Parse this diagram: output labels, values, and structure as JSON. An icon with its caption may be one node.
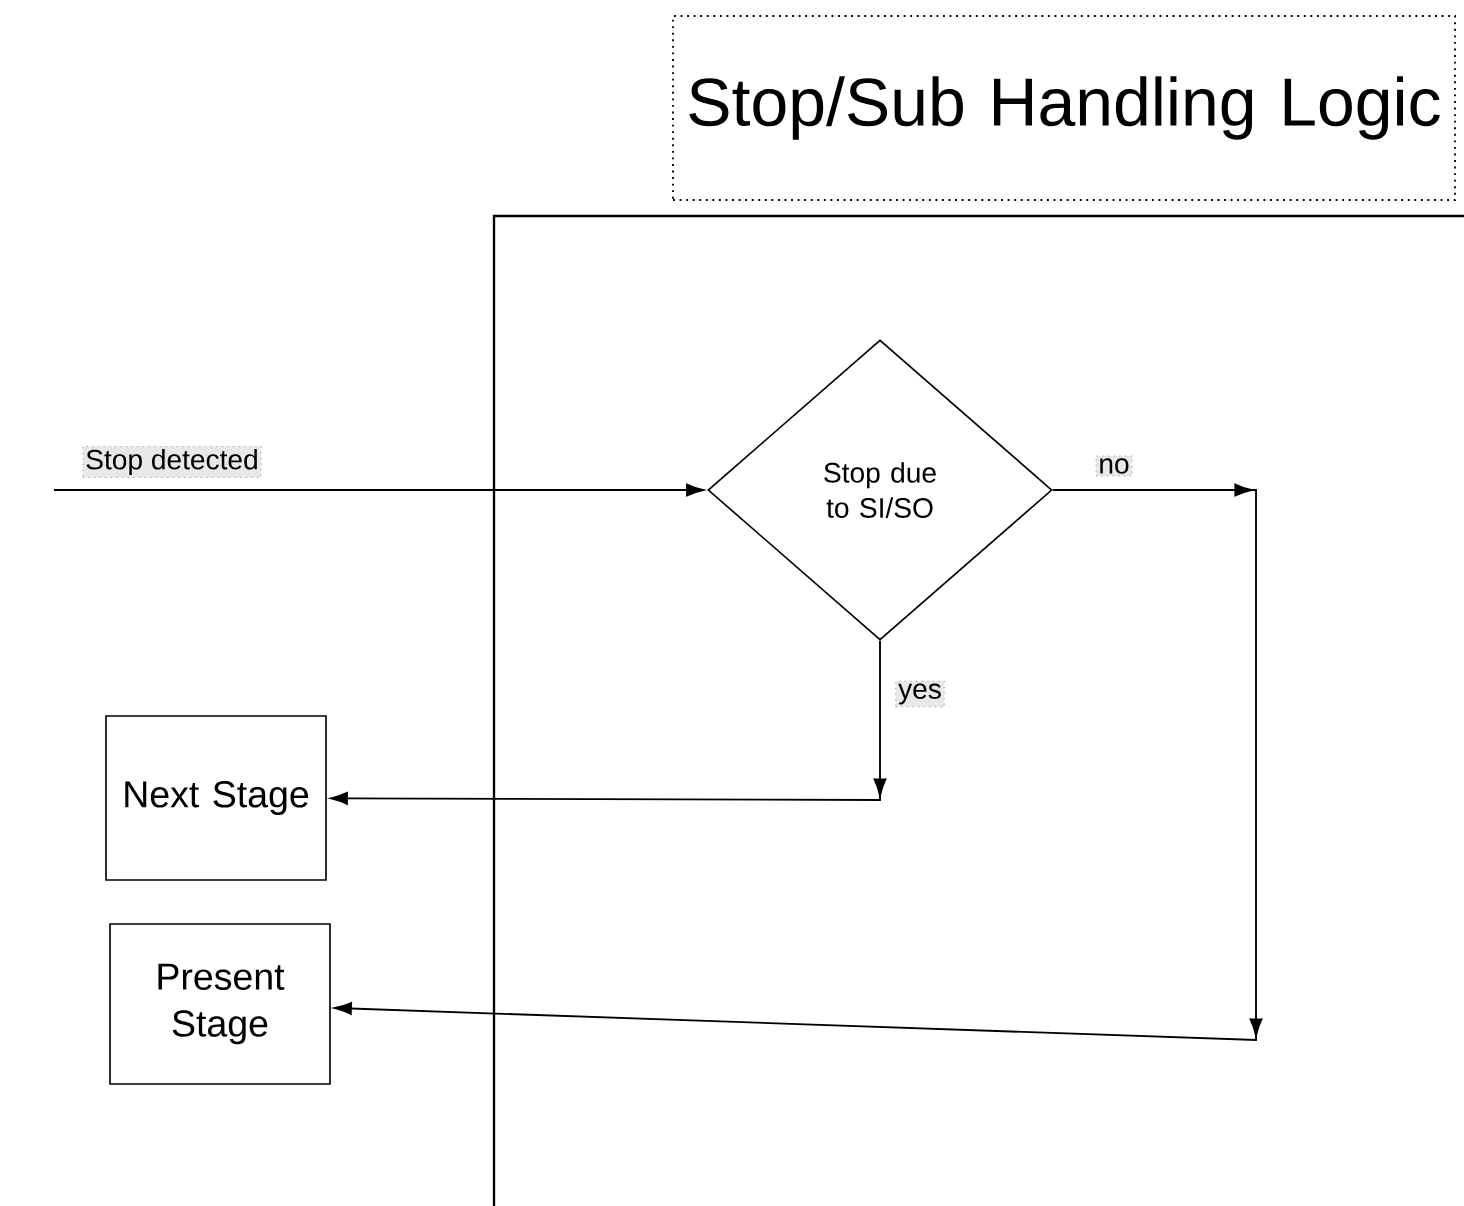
{
  "diagram": {
    "title": "Stop/Sub Handling Logic",
    "nodes": [
      {
        "text": [
          "Stop due to SI/SO"
        ]
      },
      {
        "text": [
          "Next Stage"
        ]
      },
      {
        "text": [
          "Present Stage"
        ]
      }
    ],
    "edges": [
      {
        "from": null,
        "to": 0,
        "arrow": "to",
        "label": "Stop detected"
      },
      {
        "from": 0,
        "to": 1,
        "arrow": "to",
        "label": "yes"
      },
      {
        "from": 0,
        "to": 2,
        "arrow": "to",
        "label": "no"
      }
    ]
  }
}
